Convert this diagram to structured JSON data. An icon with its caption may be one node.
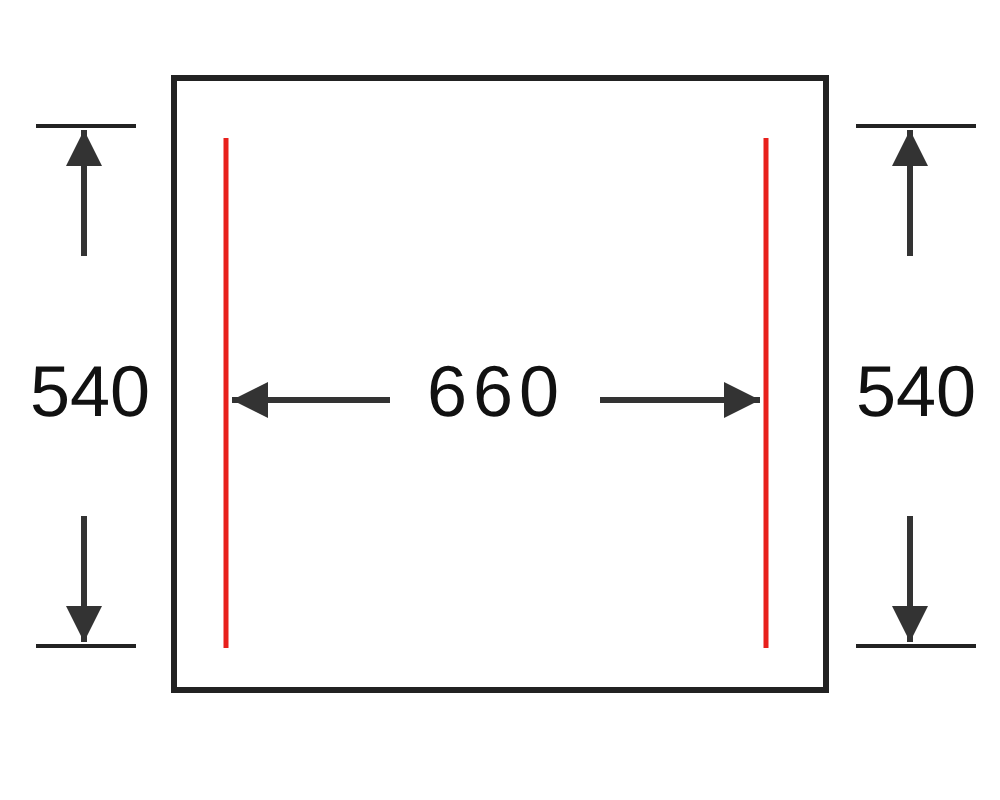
{
  "diagram": {
    "labels": [
      "540",
      "660",
      "540"
    ]
  }
}
